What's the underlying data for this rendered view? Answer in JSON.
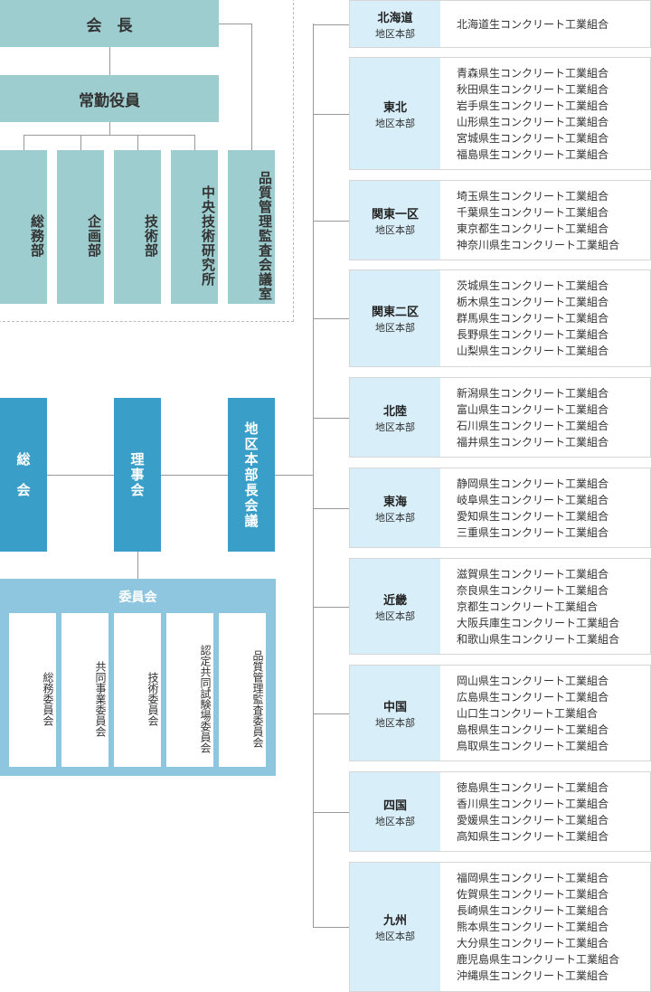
{
  "top": {
    "chairman": "会　長",
    "executives": "常勤役員",
    "departments": [
      "総務部",
      "企画部",
      "技術部",
      "中央技術研究所"
    ],
    "audit_office": "品質管理監査会議室"
  },
  "middle": {
    "general_meeting": "総　会",
    "board": "理事会",
    "region_council": "地区本部長会議"
  },
  "committees": {
    "title": "委員会",
    "items": [
      "総務委員会",
      "共同事業委員会",
      "技術委員会",
      "認定共同試験場委員会",
      "品質管理監査委員会"
    ]
  },
  "regions": [
    {
      "name": "北海道",
      "sub": "地区本部",
      "members": [
        "北海道生コンクリート工業組合"
      ]
    },
    {
      "name": "東北",
      "sub": "地区本部",
      "members": [
        "青森県生コンクリート工業組合",
        "秋田県生コンクリート工業組合",
        "岩手県生コンクリート工業組合",
        "山形県生コンクリート工業組合",
        "宮城県生コンクリート工業組合",
        "福島県生コンクリート工業組合"
      ]
    },
    {
      "name": "関東一区",
      "sub": "地区本部",
      "members": [
        "埼玉県生コンクリート工業組合",
        "千葉県生コンクリート工業組合",
        "東京都生コンクリート工業組合",
        "神奈川県生コンクリート工業組合"
      ]
    },
    {
      "name": "関東二区",
      "sub": "地区本部",
      "members": [
        "茨城県生コンクリート工業組合",
        "栃木県生コンクリート工業組合",
        "群馬県生コンクリート工業組合",
        "長野県生コンクリート工業組合",
        "山梨県生コンクリート工業組合"
      ]
    },
    {
      "name": "北陸",
      "sub": "地区本部",
      "members": [
        "新潟県生コンクリート工業組合",
        "富山県生コンクリート工業組合",
        "石川県生コンクリート工業組合",
        "福井県生コンクリート工業組合"
      ]
    },
    {
      "name": "東海",
      "sub": "地区本部",
      "members": [
        "静岡県生コンクリート工業組合",
        "岐阜県生コンクリート工業組合",
        "愛知県生コンクリート工業組合",
        "三重県生コンクリート工業組合"
      ]
    },
    {
      "name": "近畿",
      "sub": "地区本部",
      "members": [
        "滋賀県生コンクリート工業組合",
        "奈良県生コンクリート工業組合",
        "京都生コンクリート工業組合",
        "大阪兵庫生コンクリート工業組合",
        "和歌山県生コンクリート工業組合"
      ]
    },
    {
      "name": "中国",
      "sub": "地区本部",
      "members": [
        "岡山県生コンクリート工業組合",
        "広島県生コンクリート工業組合",
        "山口生コンクリート工業組合",
        "島根県生コンクリート工業組合",
        "鳥取県生コンクリート工業組合"
      ]
    },
    {
      "name": "四国",
      "sub": "地区本部",
      "members": [
        "徳島県生コンクリート工業組合",
        "香川県生コンクリート工業組合",
        "愛媛県生コンクリート工業組合",
        "高知県生コンクリート工業組合"
      ]
    },
    {
      "name": "九州",
      "sub": "地区本部",
      "members": [
        "福岡県生コンクリート工業組合",
        "佐賀県生コンクリート工業組合",
        "長崎県生コンクリート工業組合",
        "熊本県生コンクリート工業組合",
        "大分県生コンクリート工業組合",
        "鹿児島県生コンクリート工業組合",
        "沖縄県生コンクリート工業組合"
      ]
    }
  ]
}
